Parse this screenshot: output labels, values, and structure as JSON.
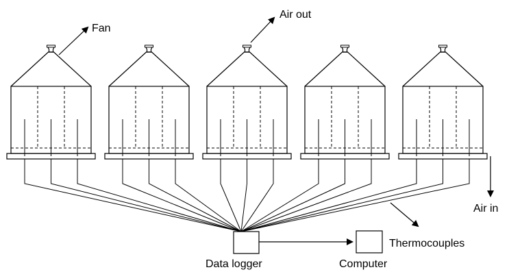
{
  "labels": {
    "fan": "Fan",
    "air_out": "Air out",
    "air_in": "Air in",
    "thermocouples": "Thermocouples",
    "data_logger": "Data logger",
    "computer": "Computer"
  },
  "bin_count": 5
}
